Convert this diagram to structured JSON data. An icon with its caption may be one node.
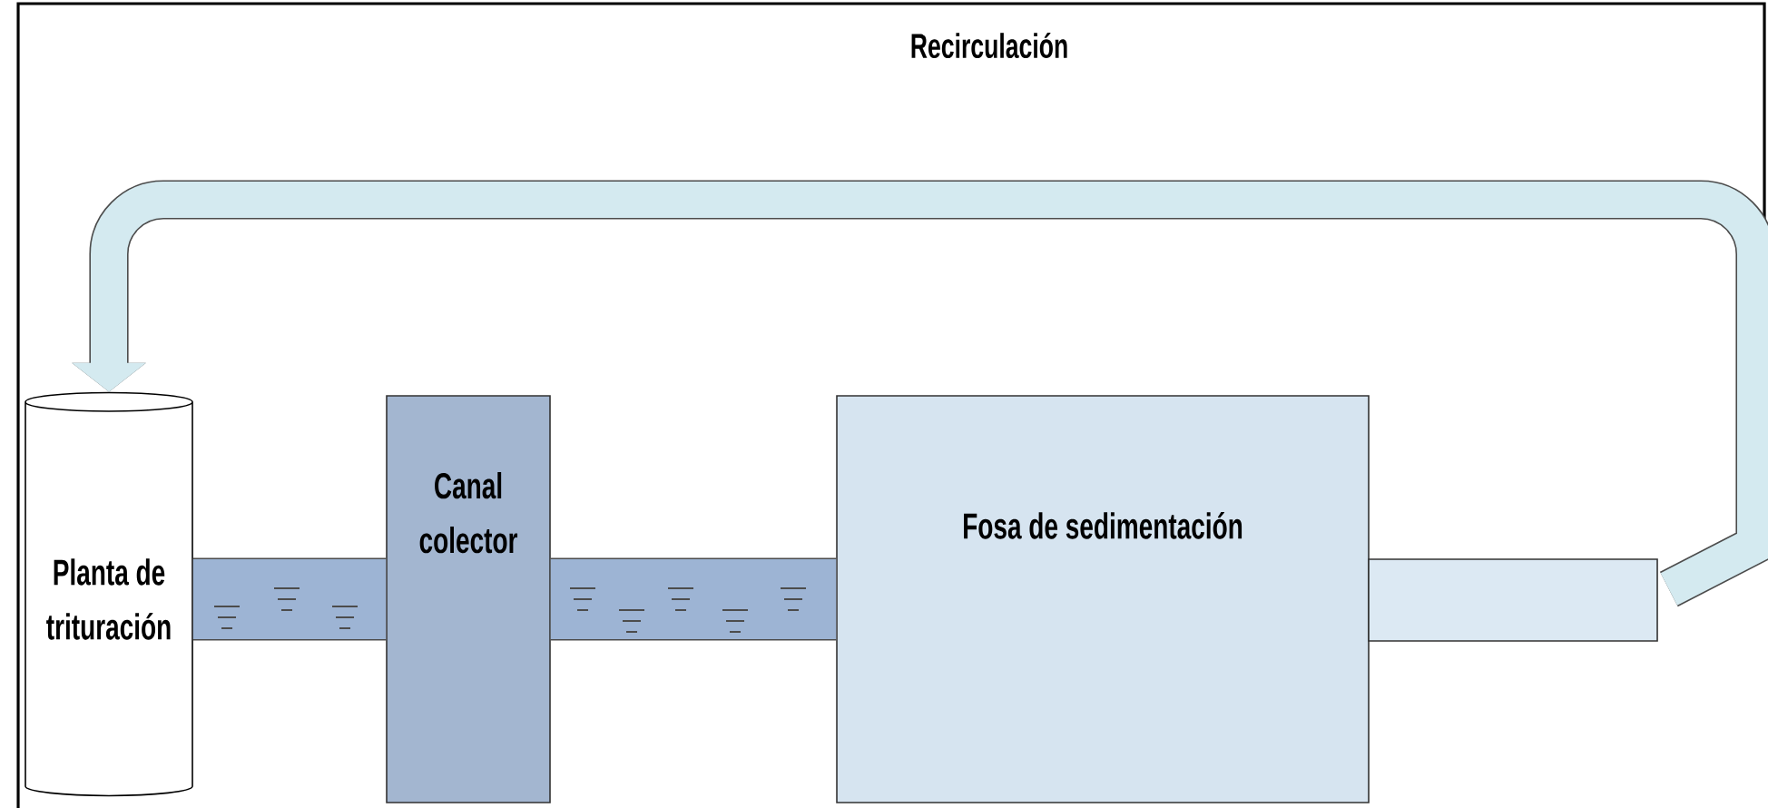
{
  "diagram": {
    "nodes": [
      {
        "text": [
          "Planta de trituración"
        ]
      },
      {
        "text": [
          "Canal colector"
        ]
      },
      {
        "text": [
          "Fosa de sedimentación"
        ]
      },
      {
        "text": [],
        "shape": "box"
      }
    ],
    "edges": [
      {
        "from": 0,
        "to": 1,
        "arrow": "none"
      },
      {
        "from": 1,
        "to": 2,
        "arrow": "none"
      },
      {
        "from": 3,
        "to": 0,
        "arrow": "to",
        "color": "#d4eaf0",
        "label": "Recirculación"
      }
    ]
  }
}
